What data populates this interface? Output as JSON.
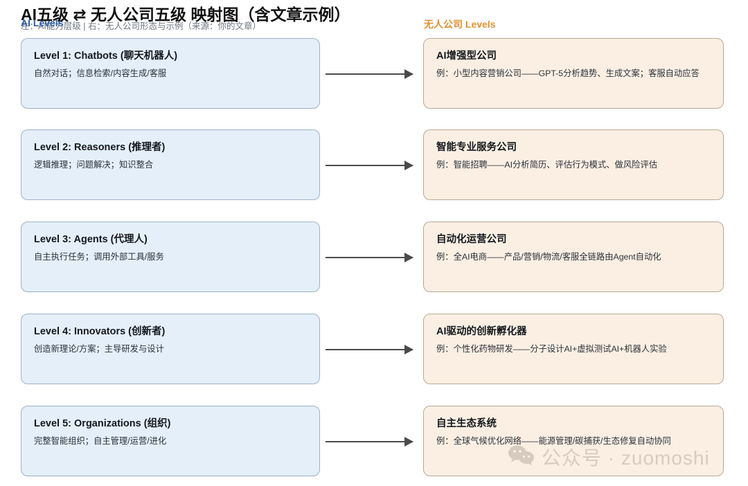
{
  "header": {
    "title": "AI五级 ⇄ 无人公司五级 映射图（含文章示例）",
    "subtitle": "左：AI能力层级 | 右：无人公司形态与示例（来源：你的文章）",
    "left_column_label": "AI Levels",
    "right_column_label": "无人公司 Levels"
  },
  "colors": {
    "left_fill": "#e4effa",
    "left_border": "#9fb0c4",
    "right_fill": "#fbefe3",
    "right_border": "#b9a894",
    "left_header": "#2e5fa3",
    "right_header": "#e0912f",
    "arrow": "#4a4a4a",
    "title_text": "#111111",
    "subtitle_text": "#6e7680"
  },
  "rows": [
    {
      "left": {
        "title": "Level 1: Chatbots (聊天机器人)",
        "desc": "自然对话；信息检索/内容生成/客服"
      },
      "right": {
        "title": "AI增强型公司",
        "desc": "例：小型内容营销公司——GPT-5分析趋势、生成文案；客服自动应答"
      },
      "arrow_label": ""
    },
    {
      "left": {
        "title": "Level 2: Reasoners (推理者)",
        "desc": "逻辑推理；问题解决；知识整合"
      },
      "right": {
        "title": "智能专业服务公司",
        "desc": "例：智能招聘——AI分析简历、评估行为模式、做风险评估"
      },
      "arrow_label": ""
    },
    {
      "left": {
        "title": "Level 3: Agents (代理人)",
        "desc": "自主执行任务；调用外部工具/服务"
      },
      "right": {
        "title": "自动化运营公司",
        "desc": "例：全AI电商——产品/营销/物流/客服全链路由Agent自动化"
      },
      "arrow_label": ""
    },
    {
      "left": {
        "title": "Level 4: Innovators (创新者)",
        "desc": "创造新理论/方案；主导研发与设计"
      },
      "right": {
        "title": "AI驱动的创新孵化器",
        "desc": "例：个性化药物研发——分子设计AI+虚拟测试AI+机器人实验"
      },
      "arrow_label": ""
    },
    {
      "left": {
        "title": "Level 5: Organizations (组织)",
        "desc": "完整智能组织；自主管理/运营/进化"
      },
      "right": {
        "title": "自主生态系统",
        "desc": "例：全球气候优化网络——能源管理/碳捕获/生态修复自动协同"
      },
      "arrow_label": ""
    }
  ],
  "watermark": {
    "text": "公众号 · zuomoshi",
    "icon": "wechat-icon"
  }
}
